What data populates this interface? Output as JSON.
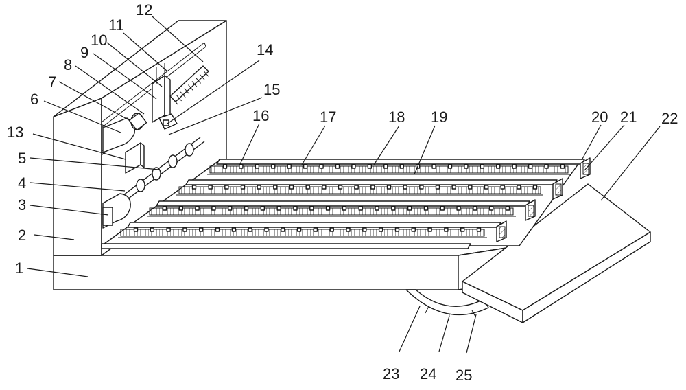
{
  "figure": {
    "labels": [
      "1",
      "2",
      "3",
      "4",
      "5",
      "6",
      "7",
      "8",
      "9",
      "10",
      "11",
      "12",
      "13",
      "14",
      "15",
      "16",
      "17",
      "18",
      "19",
      "20",
      "21",
      "22",
      "23",
      "24",
      "25"
    ]
  },
  "colors": {
    "line": "#1a1a1a",
    "background": "#ffffff",
    "hatch": "#555555"
  }
}
